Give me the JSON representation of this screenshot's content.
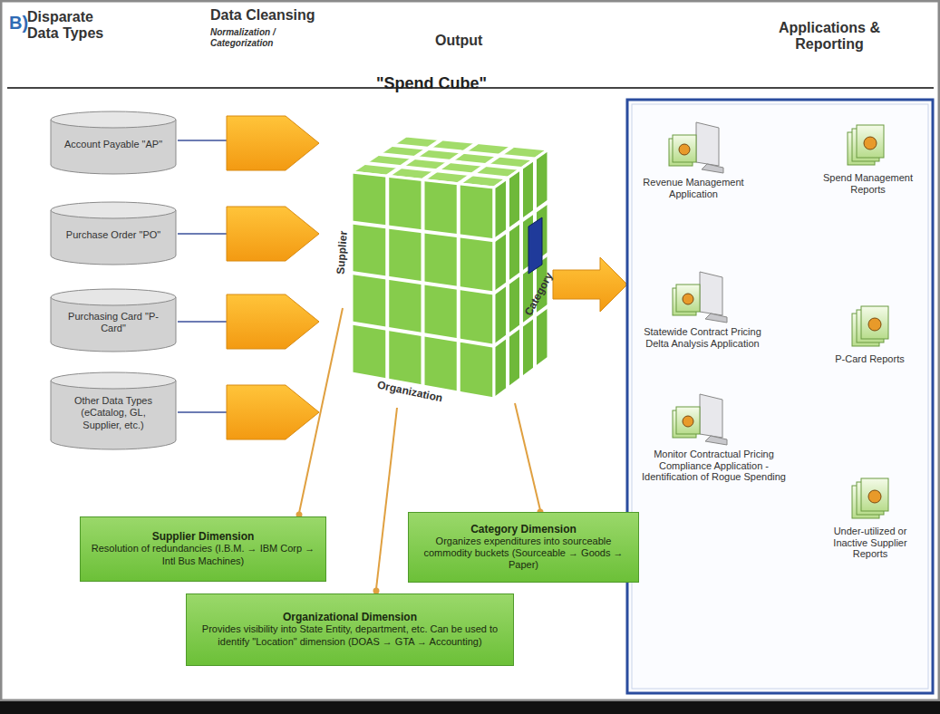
{
  "diagram": {
    "nodes": [
      {
        "text": [
          "Account Payable \"AP\""
        ]
      },
      {
        "text": [
          "Purchase Order \"PO\""
        ]
      },
      {
        "text": [
          "Purchasing Card \"P-Card\""
        ]
      },
      {
        "text": [
          "Other Data Types (eCatalog, GL, Supplier, etc.)"
        ]
      },
      {
        "text": [
          "Supplier Dimension",
          "Resolution of redundancies (I.B.M. → IBM Corp → Intl Bus Machines)"
        ]
      },
      {
        "text": [
          "Category Dimension",
          "Organizes expenditures into sourceable commodity buckets (Sourceable → Goods → Paper)"
        ]
      },
      {
        "text": [
          "Organizational Dimension",
          "Provides visibility into State Entity, department, etc. Can be used to identify \"Location\" dimension (DOAS → GTA → Accounting)"
        ]
      }
    ],
    "labels": [
      "B)",
      "Disparate Data Types",
      "Data Cleansing",
      "Normalization / Categorization",
      "Output",
      "Applications & Reporting",
      "\"Spend Cube\"",
      "Supplier",
      "Organization",
      "Category",
      "Revenue Management Application",
      "Spend Management Reports",
      "Statewide Contract Pricing Delta Analysis Application",
      "P-Card Reports",
      "Monitor Contractual Pricing Compliance Application - Identification of Rogue Spending",
      "Under-utilized or Inactive Supplier Reports"
    ]
  }
}
